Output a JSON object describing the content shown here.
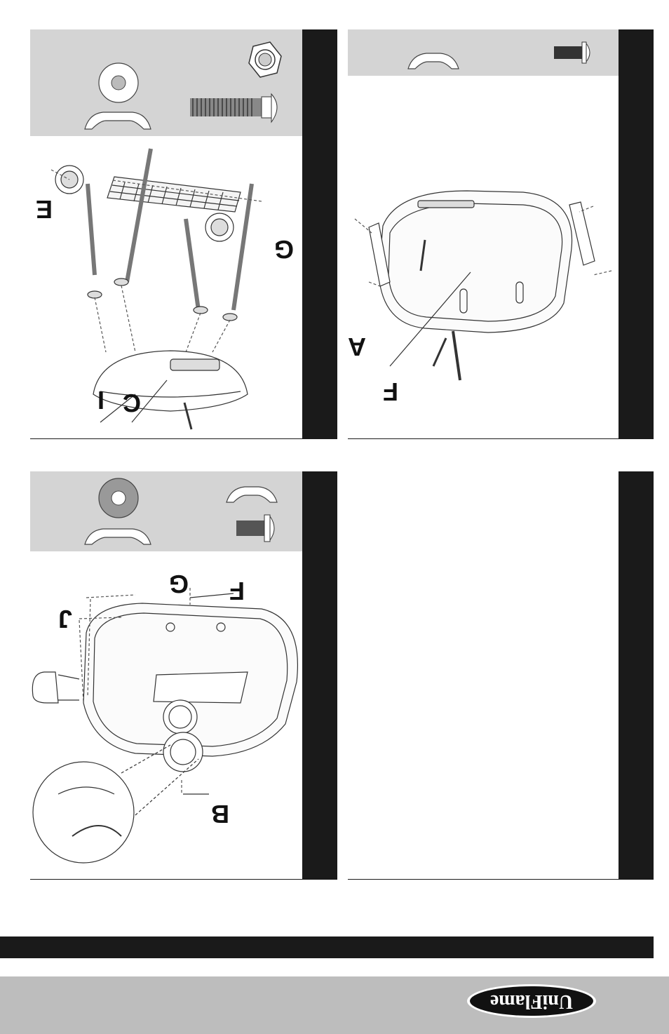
{
  "panels": [
    {
      "id": "panel-1",
      "callouts": [
        "E",
        "G",
        "C",
        "I"
      ]
    },
    {
      "id": "panel-2",
      "callouts": [
        "A",
        "F"
      ]
    },
    {
      "id": "panel-3",
      "callouts": [
        "G",
        "F",
        "J",
        "B"
      ]
    },
    {
      "id": "panel-4",
      "callouts": []
    }
  ],
  "brand": {
    "logo_text": "UniFlame"
  },
  "colors": {
    "header_bg": "#d4d4d4",
    "sidebar": "#1a1a1a",
    "footer_bg": "#bdbdbd",
    "logo_bg": "#111111"
  }
}
